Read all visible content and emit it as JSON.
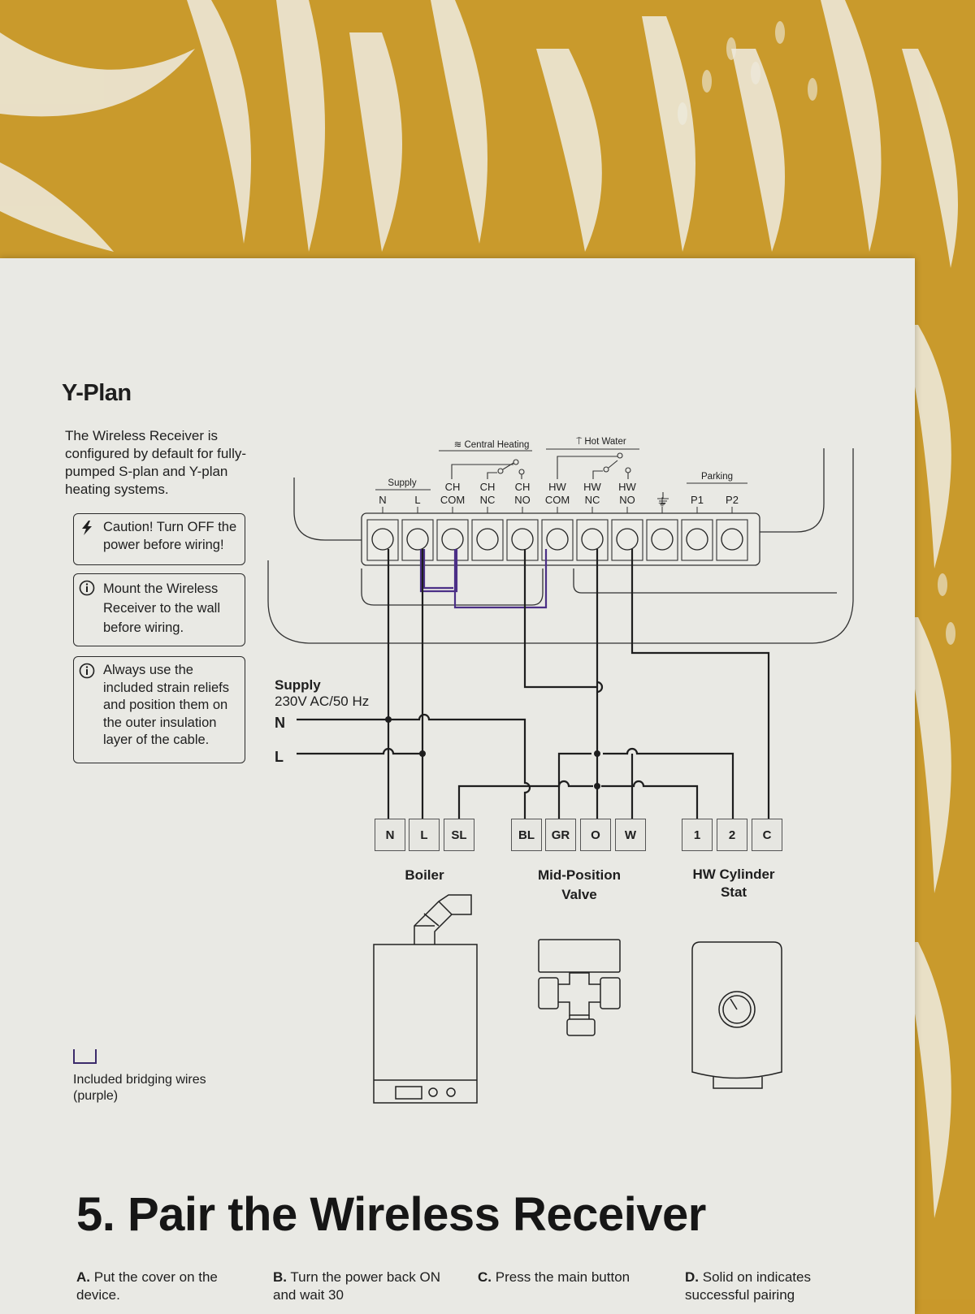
{
  "document": {
    "heading": "Y-Plan",
    "intro": "The Wireless Receiver is configured by default for fully-pumped S-plan and Y-plan heating systems.",
    "callouts": [
      {
        "icon": "lightning-icon",
        "text": "Caution! Turn OFF the power before wiring!"
      },
      {
        "icon": "info-icon",
        "text": "Mount the Wireless Receiver to the wall before wiring."
      },
      {
        "icon": "info-icon",
        "text": "Always use the included strain reliefs and position them on the outer insulation layer of the cable."
      }
    ],
    "bridging_note": "Included bridging wires (purple)",
    "bridging_color": "#4b2f86"
  },
  "diagram": {
    "supply": {
      "title": "Supply",
      "spec": "230V AC/50 Hz",
      "n_label": "N",
      "l_label": "L"
    },
    "groups": {
      "supply": "Supply",
      "central_heating": "Central Heating",
      "hot_water": "Hot Water",
      "parking": "Parking"
    },
    "terminal_labels": [
      {
        "top": "",
        "bottom": "N"
      },
      {
        "top": "",
        "bottom": "L"
      },
      {
        "top": "CH",
        "bottom": "COM"
      },
      {
        "top": "CH",
        "bottom": "NC"
      },
      {
        "top": "CH",
        "bottom": "NO"
      },
      {
        "top": "HW",
        "bottom": "COM"
      },
      {
        "top": "HW",
        "bottom": "NC"
      },
      {
        "top": "HW",
        "bottom": "NO"
      },
      {
        "top": "",
        "bottom": "⏚"
      },
      {
        "top": "",
        "bottom": "P1"
      },
      {
        "top": "",
        "bottom": "P2"
      }
    ],
    "devices": [
      {
        "name": "Boiler",
        "terminals": [
          "N",
          "L",
          "SL"
        ]
      },
      {
        "name": "Mid-Position Valve",
        "terminals": [
          "BL",
          "GR",
          "O",
          "W"
        ]
      },
      {
        "name": "HW Cylinder Stat",
        "terminals": [
          "1",
          "2",
          "C"
        ]
      }
    ]
  },
  "section": {
    "title": "5. Pair the Wireless Receiver",
    "steps": [
      {
        "letter": "A.",
        "text": "Put the cover on the device."
      },
      {
        "letter": "B.",
        "text": "Turn the power back ON and wait 30"
      },
      {
        "letter": "C.",
        "text": "Press the main button"
      },
      {
        "letter": "D.",
        "text": "Solid on indicates successful pairing"
      }
    ]
  },
  "colors": {
    "background_pattern": "#c9982a",
    "paper": "#e9e9e4",
    "ink": "#1e1e1e"
  }
}
